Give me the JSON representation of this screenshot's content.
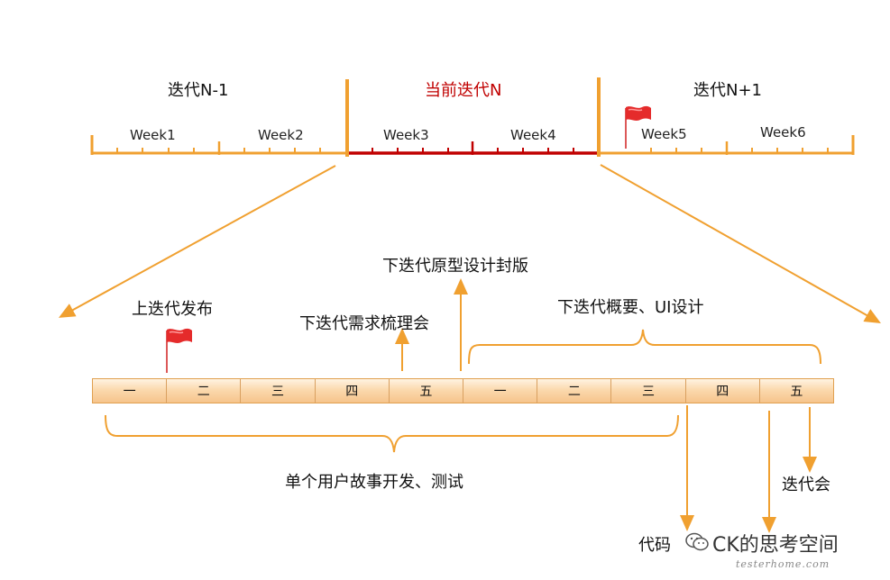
{
  "timeline": {
    "iterations": [
      {
        "label": "迭代N-1",
        "color": "#111111"
      },
      {
        "label": "当前迭代N",
        "color": "#c00000"
      },
      {
        "label": "迭代N+1",
        "color": "#111111"
      }
    ],
    "weeks": [
      "Week1",
      "Week2",
      "Week3",
      "Week4",
      "Week5",
      "Week6"
    ],
    "colors": {
      "orange": "#f0a030",
      "red": "#c00000"
    }
  },
  "detail": {
    "days": [
      "一",
      "二",
      "三",
      "四",
      "五",
      "一",
      "二",
      "三",
      "四",
      "五"
    ],
    "labels": {
      "last_release": "上迭代发布",
      "next_requirements": "下迭代需求梳理会",
      "next_prototype": "下迭代原型设计封版",
      "next_overview_ui": "下迭代概要、UI设计",
      "story_dev_test": "单个用户故事开发、测试",
      "iteration_meeting": "迭代会",
      "code_freeze": "代码"
    }
  },
  "watermark": {
    "text": "CK的思考空间",
    "sub": "testerhome.com"
  }
}
